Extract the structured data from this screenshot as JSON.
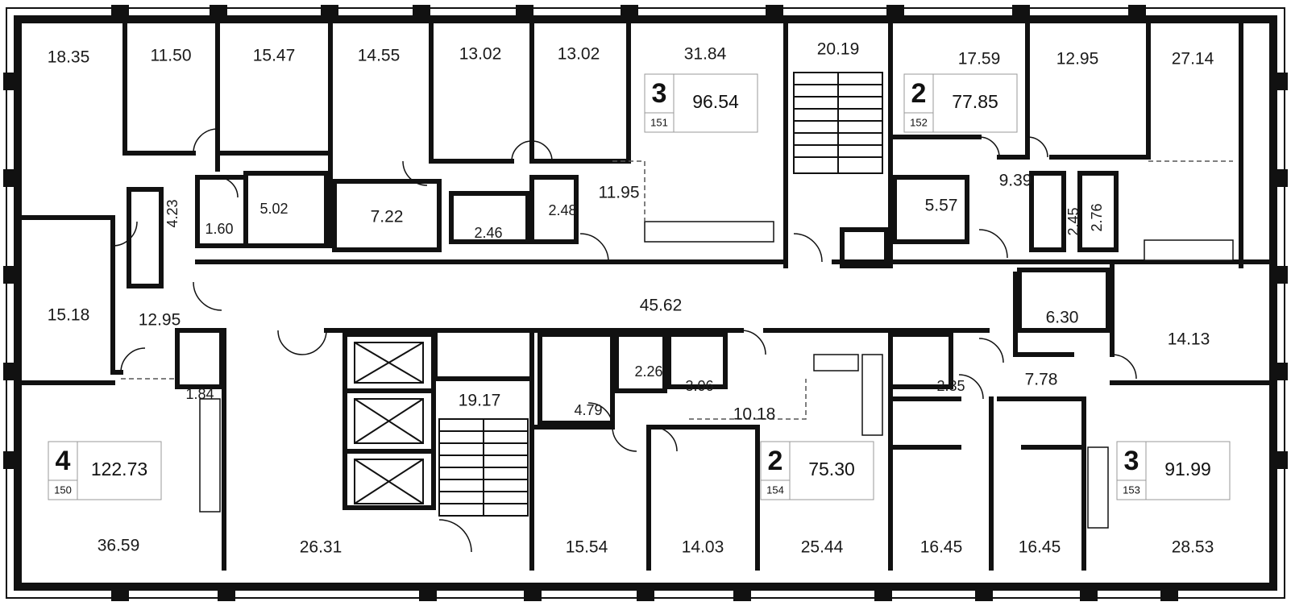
{
  "rooms": [
    {
      "id": "r1",
      "area": "18.35"
    },
    {
      "id": "r2",
      "area": "11.50"
    },
    {
      "id": "r3",
      "area": "15.47"
    },
    {
      "id": "r4",
      "area": "14.55"
    },
    {
      "id": "r5",
      "area": "13.02"
    },
    {
      "id": "r6",
      "area": "13.02"
    },
    {
      "id": "r7",
      "area": "31.84"
    },
    {
      "id": "r8",
      "area": "20.19"
    },
    {
      "id": "r9",
      "area": "17.59"
    },
    {
      "id": "r10",
      "area": "12.95"
    },
    {
      "id": "r11",
      "area": "27.14"
    },
    {
      "id": "r12",
      "area": "11.95"
    },
    {
      "id": "r13",
      "area": "9.39"
    },
    {
      "id": "r14",
      "area": "5.02"
    },
    {
      "id": "r15",
      "area": "1.60"
    },
    {
      "id": "r16",
      "area": "7.22"
    },
    {
      "id": "r17",
      "area": "2.46"
    },
    {
      "id": "r18",
      "area": "2.48"
    },
    {
      "id": "r19",
      "area": "4.23"
    },
    {
      "id": "r20",
      "area": "5.57"
    },
    {
      "id": "r21",
      "area": "2.45"
    },
    {
      "id": "r22",
      "area": "2.76"
    },
    {
      "id": "r23",
      "area": "15.18"
    },
    {
      "id": "r24",
      "area": "12.95"
    },
    {
      "id": "r25",
      "area": "45.62"
    },
    {
      "id": "r26",
      "area": "6.30"
    },
    {
      "id": "r27",
      "area": "14.13"
    },
    {
      "id": "r28",
      "area": "1.84"
    },
    {
      "id": "r29",
      "area": "19.17"
    },
    {
      "id": "r30",
      "area": "2.26"
    },
    {
      "id": "r31",
      "area": "3.06"
    },
    {
      "id": "r32",
      "area": "4.79"
    },
    {
      "id": "r33",
      "area": "10.18"
    },
    {
      "id": "r34",
      "area": "2.35"
    },
    {
      "id": "r35",
      "area": "7.78"
    },
    {
      "id": "r36",
      "area": "36.59"
    },
    {
      "id": "r37",
      "area": "26.31"
    },
    {
      "id": "r38",
      "area": "15.54"
    },
    {
      "id": "r39",
      "area": "14.03"
    },
    {
      "id": "r40",
      "area": "25.44"
    },
    {
      "id": "r41",
      "area": "16.45"
    },
    {
      "id": "r42",
      "area": "16.45"
    },
    {
      "id": "r43",
      "area": "28.53"
    }
  ],
  "apartments": [
    {
      "rooms": "3",
      "number": "151",
      "area": "96.54"
    },
    {
      "rooms": "2",
      "number": "152",
      "area": "77.85"
    },
    {
      "rooms": "4",
      "number": "150",
      "area": "122.73"
    },
    {
      "rooms": "2",
      "number": "154",
      "area": "75.30"
    },
    {
      "rooms": "3",
      "number": "153",
      "area": "91.99"
    }
  ]
}
